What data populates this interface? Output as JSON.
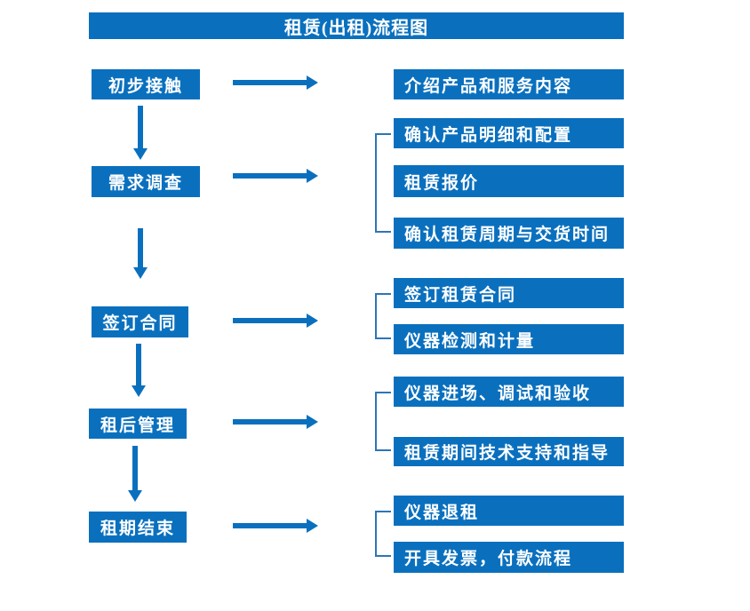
{
  "title": "租赁(出租)流程图",
  "colors": {
    "primary_blue": "#0a70be",
    "bracket_blue": "#2e75b6",
    "text_white": "#ffffff",
    "background": "#ffffff"
  },
  "steps": [
    {
      "label": "初步接触",
      "outputs": [
        "介绍产品和服务内容"
      ]
    },
    {
      "label": "需求调查",
      "outputs": [
        "确认产品明细和配置",
        "租赁报价",
        "确认租赁周期与交货时间"
      ]
    },
    {
      "label": "签订合同",
      "outputs": [
        "签订租赁合同",
        "仪器检测和计量"
      ]
    },
    {
      "label": "租后管理",
      "outputs": [
        "仪器进场、调试和验收",
        "租赁期间技术支持和指导"
      ]
    },
    {
      "label": "租期结束",
      "outputs": [
        "仪器退租",
        "开具发票，付款流程"
      ]
    }
  ]
}
